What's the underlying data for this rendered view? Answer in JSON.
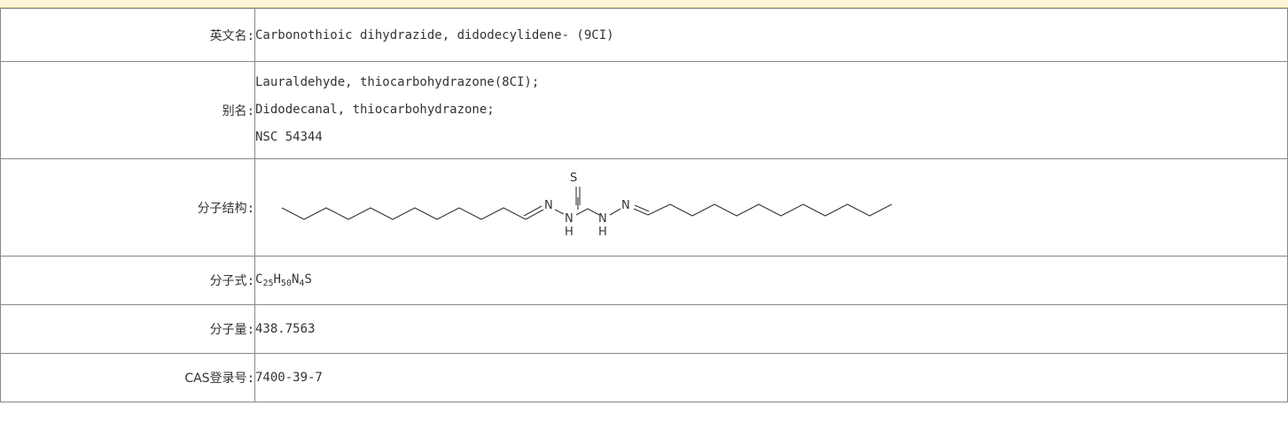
{
  "rows": {
    "english_name": {
      "label": "英文名",
      "value": "Carbonothioic dihydrazide, didodecylidene- (9CI)"
    },
    "synonyms": {
      "label": "别名",
      "values": [
        "Lauraldehyde, thiocarbohydrazone(8CI);",
        "Didodecanal, thiocarbohydrazone;",
        "NSC 54344"
      ]
    },
    "structure": {
      "label": "分子结构",
      "atoms": {
        "sulfur": "S",
        "n1": "N",
        "n2": "N",
        "n3": "N",
        "n4": "N",
        "h1": "H",
        "h2": "H"
      }
    },
    "formula": {
      "label": "分子式",
      "parts": [
        {
          "el": "C",
          "n": "25"
        },
        {
          "el": "H",
          "n": "50"
        },
        {
          "el": "N",
          "n": "4"
        },
        {
          "el": "S",
          "n": ""
        }
      ]
    },
    "mw": {
      "label": "分子量",
      "value": "438.7563"
    },
    "cas": {
      "label": "CAS登录号",
      "value": "7400-39-7"
    }
  },
  "colon": ":"
}
